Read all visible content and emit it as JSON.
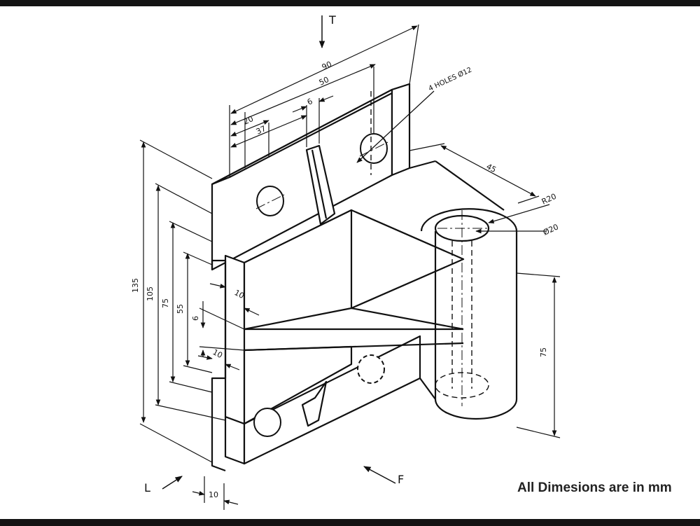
{
  "directions": {
    "top": "T",
    "left": "L",
    "front": "F"
  },
  "dimensions": {
    "overall_width": "90",
    "hole_span": "50",
    "rib_offset": "37",
    "hole_offset": "20",
    "rib_thickness": "6",
    "holes_note": "4 HOLES Ø12",
    "boss_offset": "45",
    "boss_radius": "R20",
    "boss_bore": "Ø20",
    "boss_height": "75",
    "overall_height": "135",
    "height_105": "105",
    "height_75": "75",
    "height_55": "55",
    "slot_width": "6",
    "step_upper": "10",
    "step_lower": "10",
    "base_thickness": "10"
  },
  "footer_note": "All Dimesions are in mm"
}
